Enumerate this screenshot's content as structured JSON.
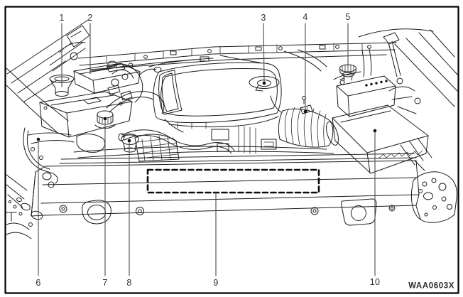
{
  "figure_code": "WAA0603X",
  "style": {
    "line_color": "#1d1d1d",
    "leader_line_color": "#5a5a5a",
    "border_color": "#000000",
    "background": "#ffffff"
  },
  "callouts": [
    {
      "label": "1"
    },
    {
      "label": "2"
    },
    {
      "label": "3"
    },
    {
      "label": "4"
    },
    {
      "label": "5"
    },
    {
      "label": "6"
    },
    {
      "label": "7"
    },
    {
      "label": "8"
    },
    {
      "label": "9"
    },
    {
      "label": "10"
    }
  ]
}
